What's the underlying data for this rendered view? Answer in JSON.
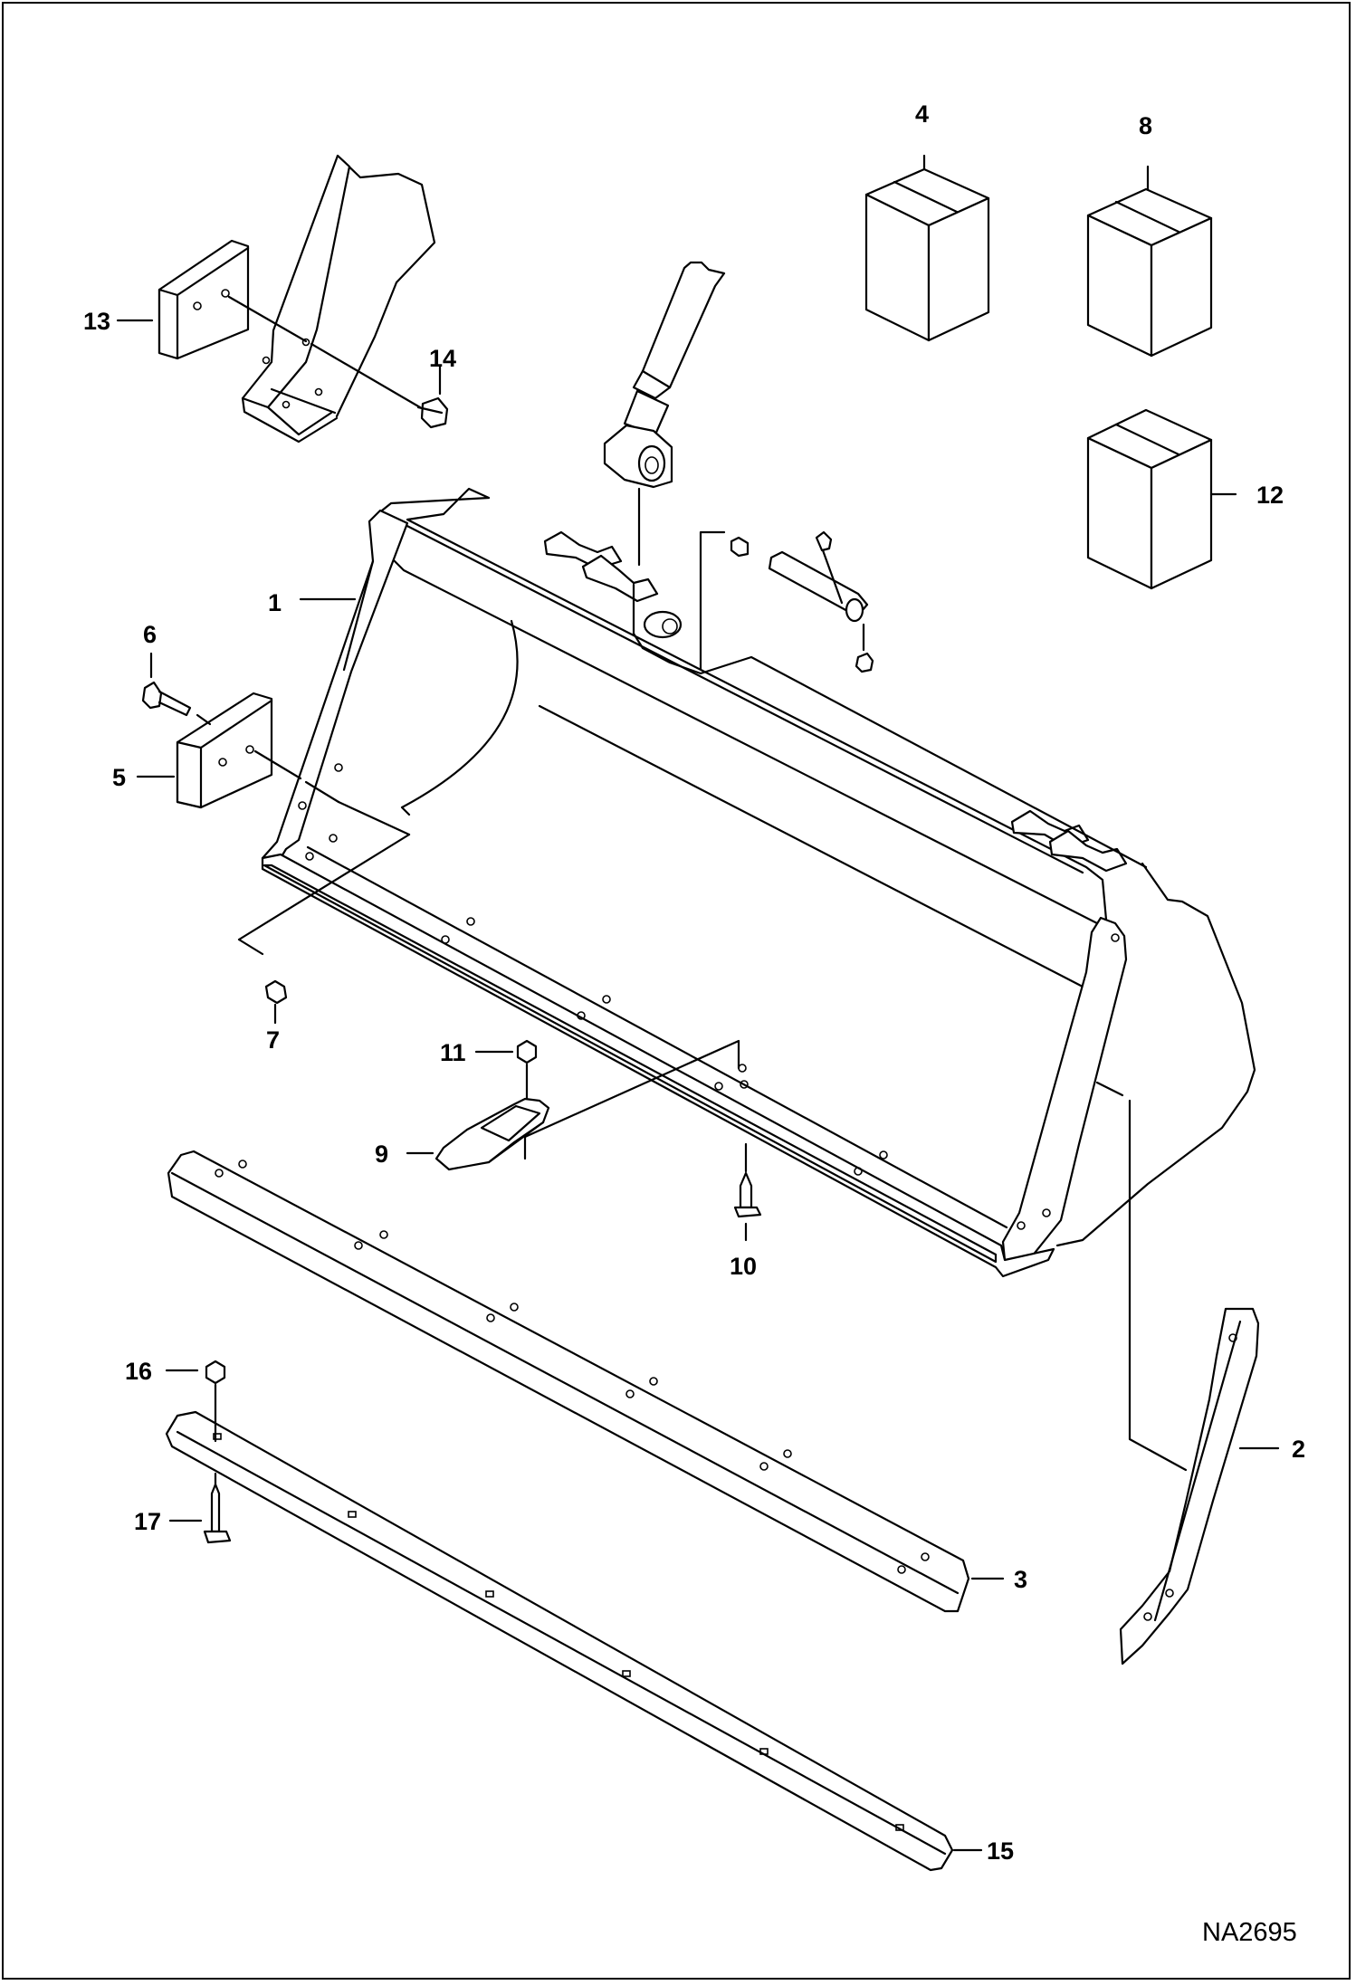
{
  "figure_id": "NA2695",
  "callouts": {
    "c1": "1",
    "c2": "2",
    "c3": "3",
    "c4": "4",
    "c5": "5",
    "c6": "6",
    "c7": "7",
    "c8": "8",
    "c9": "9",
    "c10": "10",
    "c11": "11",
    "c12": "12",
    "c13": "13",
    "c14": "14",
    "c15": "15",
    "c16": "16",
    "c17": "17"
  }
}
